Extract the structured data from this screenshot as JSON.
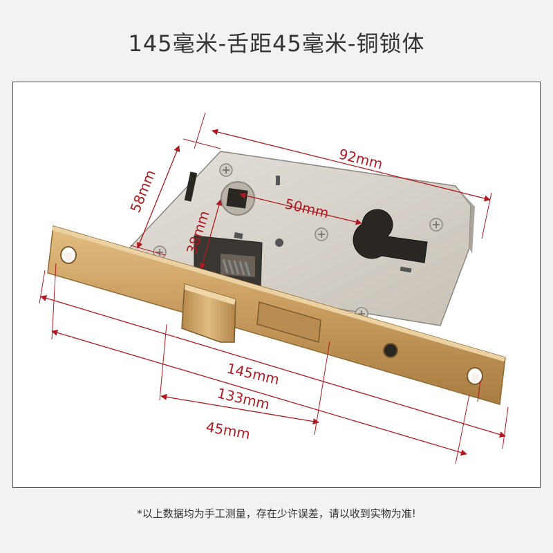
{
  "title": "145毫米-舌距45毫米-铜锁体",
  "dimensions": {
    "d92": "92mm",
    "d58": "58mm",
    "d50": "50mm",
    "d38": "38mm",
    "d145": "145mm",
    "d133": "133mm",
    "d45": "45mm"
  },
  "footnote": "*以上数据均为手工测量，存在少许误差，请以收到实物为准!",
  "colors": {
    "dimension_line": "#b0191f",
    "faceplate": "#c9a064",
    "body": "#d9d4cd"
  }
}
